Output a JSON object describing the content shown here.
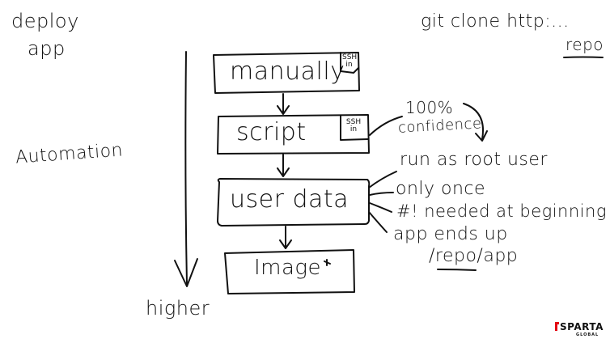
{
  "notes": {
    "deploy_line1": "deploy",
    "deploy_line2": "app",
    "git_clone": "git clone http:...",
    "repo": "repo",
    "automation": "Automation",
    "higher": "higher"
  },
  "boxes": [
    {
      "label": "manually",
      "tag": "SSH in"
    },
    {
      "label": "script",
      "tag": "SSH in"
    },
    {
      "label": "user data"
    },
    {
      "label": "Image"
    }
  ],
  "script_note": {
    "line1": "100%",
    "line2": "confidence"
  },
  "user_data_notes": [
    "run as root user",
    "only once",
    "#! needed at beginning",
    "app ends up",
    "/repo/app"
  ],
  "logo": {
    "main": "SPARTA",
    "sub": "GLOBAL"
  },
  "colors": {
    "ink": "#111111",
    "brand_red": "#e30613"
  }
}
